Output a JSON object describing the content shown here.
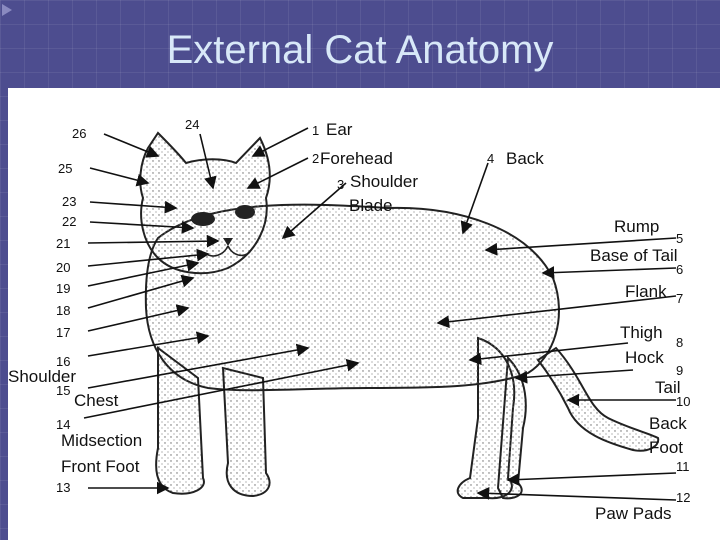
{
  "title": "External Cat Anatomy",
  "numbers": [
    "1",
    "2",
    "3",
    "4",
    "5",
    "6",
    "7",
    "8",
    "9",
    "10",
    "11",
    "12",
    "13",
    "14",
    "15",
    "16",
    "17",
    "18",
    "19",
    "20",
    "21",
    "22",
    "23",
    "24",
    "25",
    "26"
  ],
  "labels": {
    "ear": "Ear",
    "forehead": "Forehead",
    "shoulder_blade_1": "Shoulder",
    "shoulder_blade_2": "Blade",
    "back": "Back",
    "rump": "Rump",
    "base_of_tail": "Base of Tail",
    "flank": "Flank",
    "thigh": "Thigh",
    "hock": "Hock",
    "tail": "Tail",
    "back_foot_1": "Back",
    "back_foot_2": "Foot",
    "paw_pads": "Paw Pads",
    "shoulder": "Shoulder",
    "chest": "Chest",
    "midsection": "Midsection",
    "front_foot": "Front Foot"
  },
  "colors": {
    "background": "#4d4d8f",
    "title": "#d8e8f8",
    "panel": "#ffffff",
    "ink": "#111111"
  }
}
